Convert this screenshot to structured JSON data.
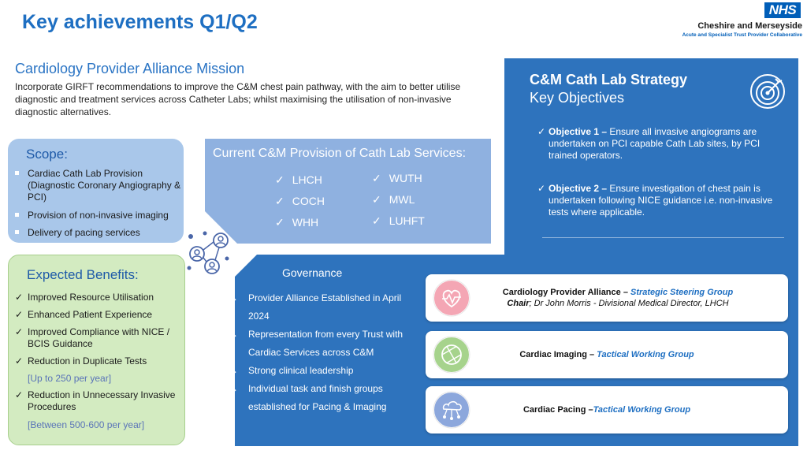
{
  "header": {
    "title": "Key achievements Q1/Q2",
    "logo_text": "NHS",
    "org_name": "Cheshire and Merseyside",
    "org_sub": "Acute and Specialist Trust Provider Collaborative"
  },
  "mission": {
    "title": "Cardiology Provider Alliance Mission",
    "text": "Incorporate GIRFT recommendations to improve the C&M chest pain pathway, with the aim to better utilise diagnostic and treatment services across Catheter Labs; whilst maximising the utilisation of non-invasive diagnostic alternatives."
  },
  "scope": {
    "title": "Scope:",
    "items": [
      "Cardiac Cath Lab Provision (Diagnostic Coronary Angiography & PCI)",
      "Provision of non-invasive imaging",
      "Delivery of pacing services"
    ]
  },
  "provision": {
    "title": "Current C&M Provision of Cath Lab Services:",
    "sites_left": [
      "LHCH",
      "COCH",
      "WHH"
    ],
    "sites_right": [
      "WUTH",
      "MWL",
      "LUHFT"
    ]
  },
  "strategy": {
    "title": "C&M Cath Lab Strategy",
    "subtitle": "Key Objectives",
    "objectives": [
      {
        "label": "Objective 1 –",
        "text": " Ensure all invasive angiograms are undertaken on PCI capable Cath Lab sites, by PCI trained operators."
      },
      {
        "label": "Objective 2 –",
        "text": " Ensure investigation of chest pain is undertaken following NICE guidance i.e. non-invasive tests where applicable."
      }
    ]
  },
  "governance": {
    "title": "Governance",
    "items": [
      "Provider Alliance Established in April 2024",
      "Representation from every Trust with Cardiac Services across C&M",
      "Strong clinical leadership",
      "Individual task and finish groups established for Pacing & Imaging"
    ]
  },
  "groups": [
    {
      "name": "Cardiology Provider Alliance –",
      "type": "Strategic Steering Group",
      "chair_label": "Chair",
      "chair_text": "; Dr John Morris - Divisional Medical Director, LHCH",
      "icon": "heart-pulse-icon"
    },
    {
      "name": "Cardiac Imaging –",
      "type": "Tactical Working Group",
      "icon": "camera-aperture-icon"
    },
    {
      "name": "Cardiac Pacing –",
      "type": "Tactical Working Group",
      "icon": "cloud-network-icon"
    }
  ],
  "benefits": {
    "title": "Expected Benefits:",
    "items": [
      "Improved Resource Utilisation",
      "Enhanced Patient Experience",
      "Improved Compliance with NICE / BCIS Guidance",
      "Reduction in Duplicate Tests",
      "Reduction in Unnecessary Invasive Procedures"
    ],
    "notes": [
      "[Up to 250 per year]",
      "[Between 500-600 per year]"
    ]
  },
  "glyphs": {
    "tick": "✓",
    "arrow": "→"
  },
  "colors": {
    "primary": "#2e73bd",
    "title_blue": "#1e6fc2",
    "scope_bg": "#a9c7ea",
    "benefits_bg": "#d3ebc1",
    "provision_bg": "#8fb1e0"
  }
}
